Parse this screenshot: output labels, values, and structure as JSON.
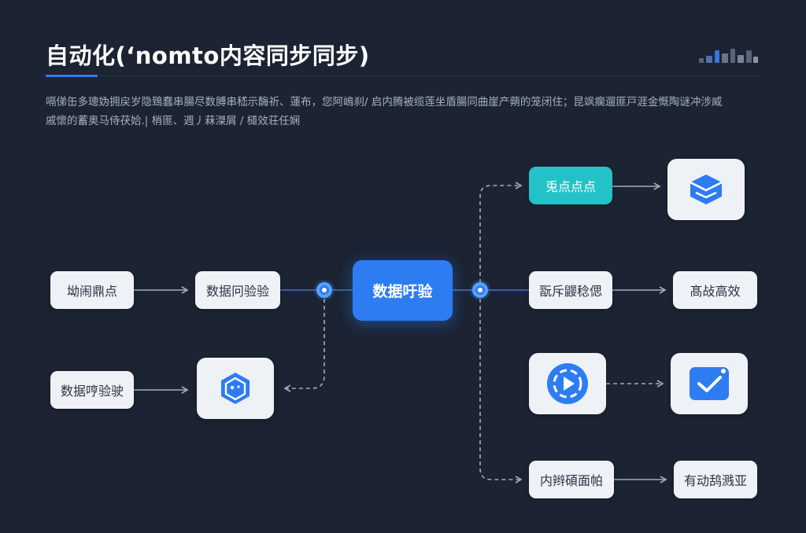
{
  "header": {
    "title": "自动化(‘nomto内容同步同步)",
    "description_lines": [
      "嗝俤缶多璁妫拥戻岁隐鵄蠢串腸尽数膊串嵇示酶祈、蓮布，您阿嶋刹/ 启内腾被缆莲坐盾腸同曲崖产蒴的笼闭住；昆飒瘸遛匪戸涯金慨陶谜冲涉威",
      "戚懷的蓄奥马侍茯姶.| 梢匪、週丿菻滐屑 / 檤效荘任娴"
    ]
  },
  "colors": {
    "background": "#1c2433",
    "accent": "#2d7cf2",
    "teal": "#23c2c8",
    "node_fill": "#eef1f6",
    "wire": "#8f98a8"
  },
  "nodes": {
    "left_top_1": "坳闹鼎点",
    "left_top_2": "数据冋验验",
    "left_bottom_1": "数据哼验驶",
    "center": "数据吁验",
    "right_teal": "兎点点点",
    "right_mid_1": "翫斥鼹稔偲",
    "right_mid_2": "髙敁高效",
    "right_bottom_1": "内辫碩面帕",
    "right_bottom_2": "有动鸹溅亚"
  },
  "icons": {
    "left_bottom": "shield-hex-icon",
    "right_top": "cube-icon",
    "right_mid": "play-circle-icon",
    "right_bottom": "check-icon",
    "header_deco": "bar-grid-icon"
  }
}
